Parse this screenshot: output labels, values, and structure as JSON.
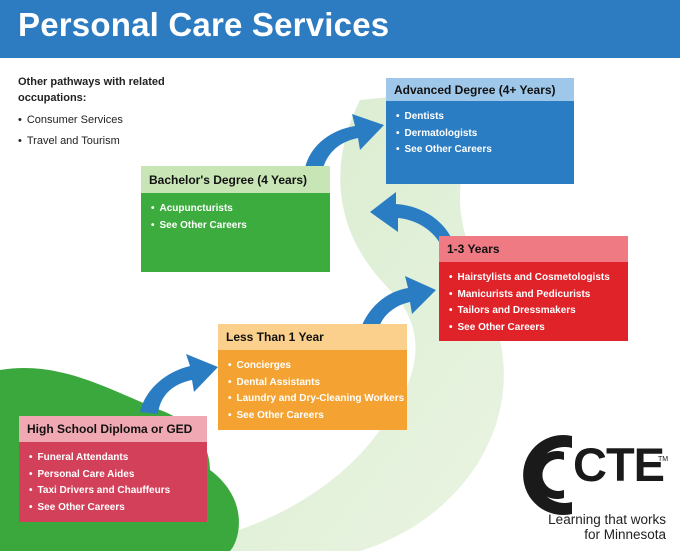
{
  "header": {
    "title": "Personal Care Services"
  },
  "pathways": {
    "title": "Other pathways with related occupations:",
    "items": [
      "Consumer Services",
      "Travel and Tourism"
    ]
  },
  "cards": {
    "high_school": {
      "title": "High School Diploma or GED",
      "items": [
        "Funeral Attendants",
        "Personal Care Aides",
        "Taxi Drivers and Chauffeurs",
        "See Other Careers"
      ]
    },
    "less_than_1": {
      "title": "Less Than 1 Year",
      "items": [
        "Concierges",
        "Dental Assistants",
        "Laundry and Dry-Cleaning Workers",
        "See Other Careers"
      ]
    },
    "one_three": {
      "title": "1-3 Years",
      "items": [
        "Hairstylists and Cosmetologists",
        "Manicurists and Pedicurists",
        "Tailors and Dressmakers",
        "See Other Careers"
      ]
    },
    "bachelors": {
      "title": "Bachelor's Degree (4 Years)",
      "items": [
        "Acupuncturists",
        "See Other Careers"
      ]
    },
    "advanced": {
      "title": "Advanced Degree (4+ Years)",
      "items": [
        "Dentists",
        "Dermatologists",
        "See Other Careers"
      ]
    }
  },
  "logo": {
    "mark": "CTE",
    "trademark": "TM",
    "tagline_line1": "Learning that works",
    "tagline_line2": "for Minnesota"
  },
  "colors": {
    "header": "#2d7cc2",
    "high_school": "#d2405a",
    "less_than_1": "#f4a332",
    "one_three": "#e02229",
    "bachelors": "#3cac3e",
    "advanced": "#2b7dc3",
    "arrow": "#2b7dc3"
  }
}
